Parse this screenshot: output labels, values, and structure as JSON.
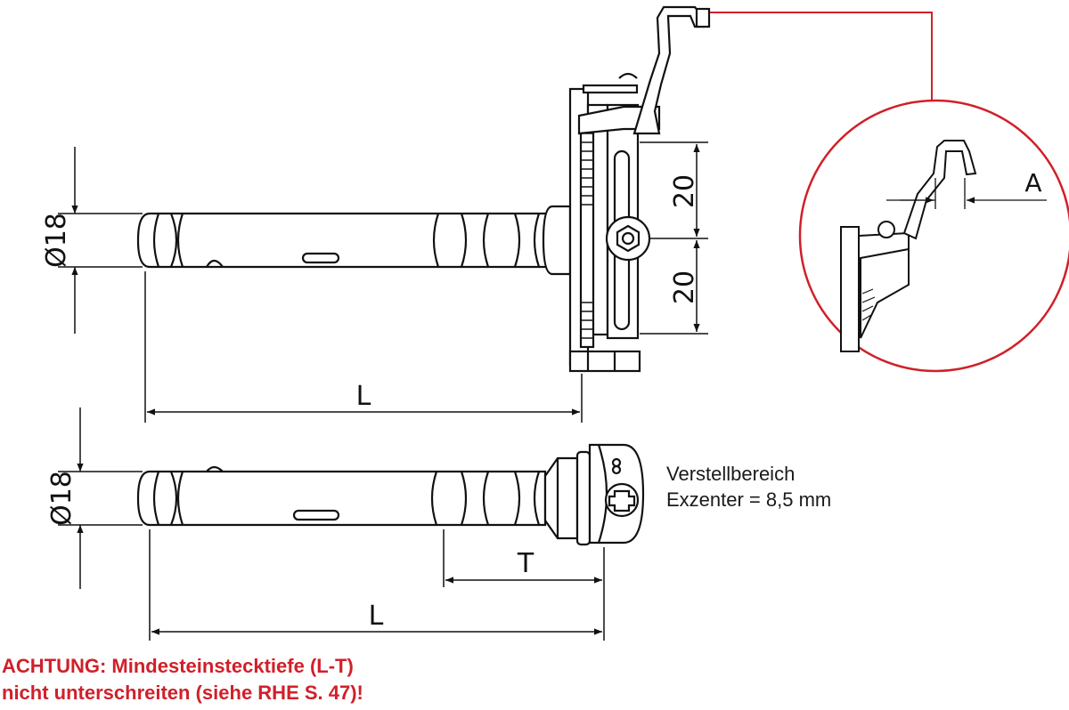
{
  "dimensions": {
    "top_diameter": "Ø18",
    "top_length": "L",
    "top_spacing_upper": "20",
    "top_spacing_lower": "20",
    "bottom_diameter": "Ø18",
    "bottom_insertion": "T",
    "bottom_length": "L",
    "detail_label": "A"
  },
  "note": {
    "line1": "Verstellbereich",
    "line2": "Exzenter = 8,5 mm"
  },
  "warning": {
    "line1": "ACHTUNG: Mindesteinstecktiefe (L-T)",
    "line2": "nicht unterschreiten (siehe RHE S. 47)!",
    "color": "#d0202a"
  },
  "colors": {
    "line": "#111111",
    "accent": "#d0202a"
  }
}
